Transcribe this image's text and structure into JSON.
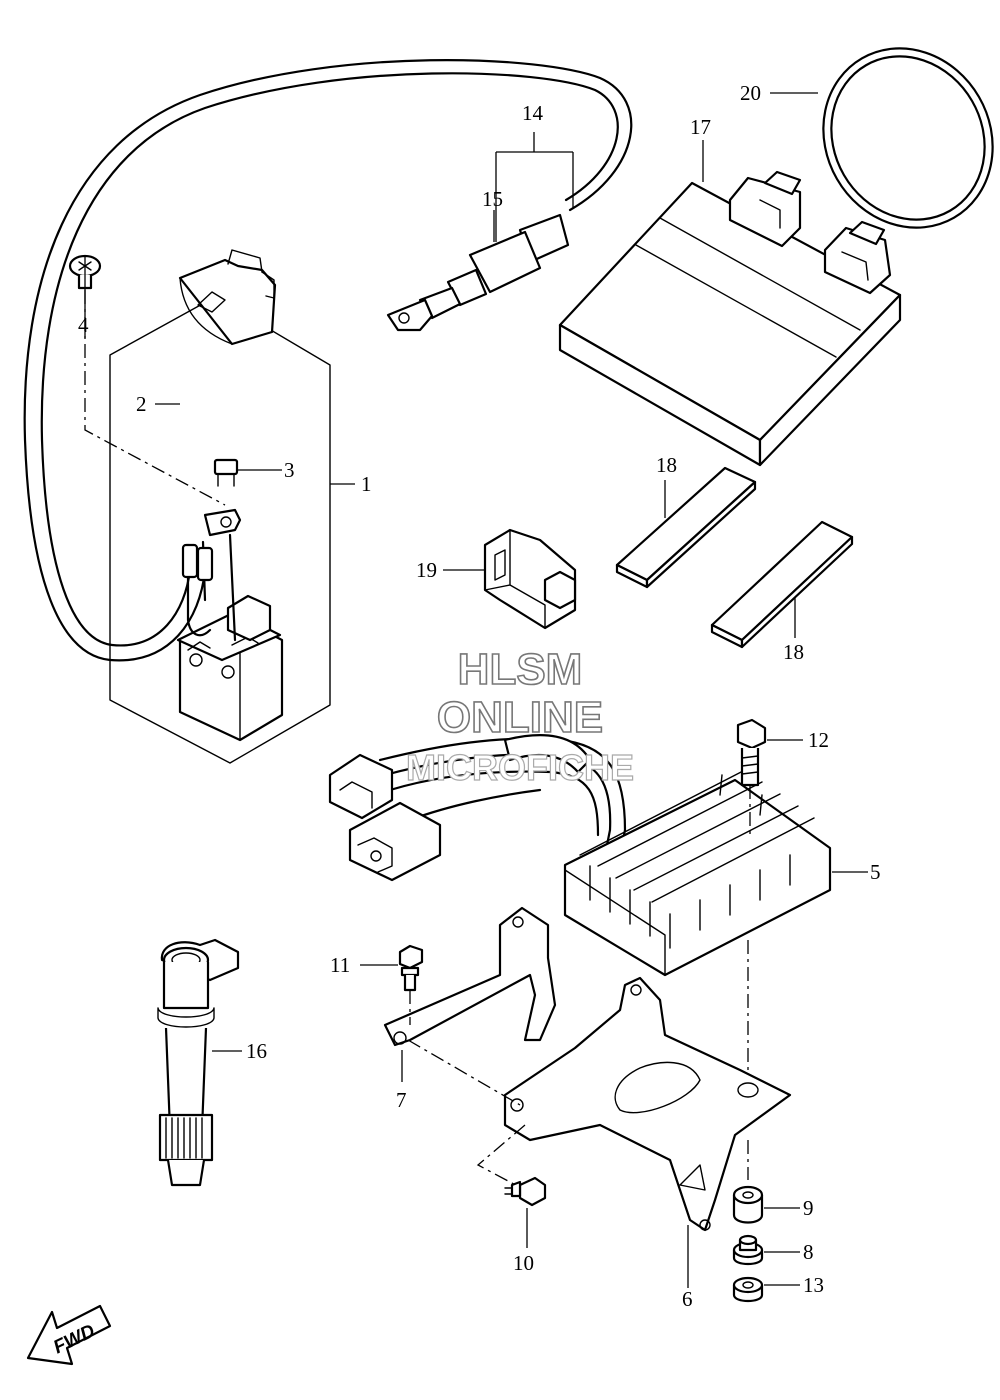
{
  "callouts": {
    "c1": "1",
    "c2": "2",
    "c3": "3",
    "c4": "4",
    "c5": "5",
    "c6": "6",
    "c7": "7",
    "c8": "8",
    "c9": "9",
    "c10": "10",
    "c11": "11",
    "c12": "12",
    "c13": "13",
    "c14": "14",
    "c15": "15",
    "c16": "16",
    "c17": "17",
    "c18a": "18",
    "c18b": "18",
    "c19": "19",
    "c20": "20"
  },
  "watermark": {
    "line1": "HLSM",
    "line2": "ONLINE",
    "line3": "MICROFICHE"
  },
  "fwd_arrow": {
    "label": "FWD",
    "icon": "fwd-arrow-icon"
  }
}
